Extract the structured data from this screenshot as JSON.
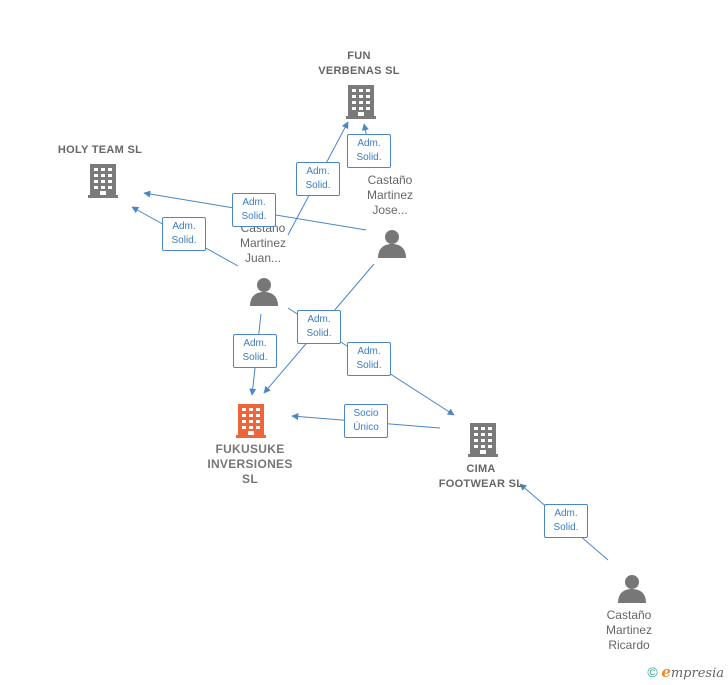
{
  "nodes": {
    "fun_verbenas": {
      "line1": "FUN",
      "line2": "VERBENAS  SL"
    },
    "holy_team": {
      "line1": "HOLY TEAM  SL"
    },
    "fukusuke": {
      "line1": "FUKUSUKE",
      "line2": "INVERSIONES",
      "line3": "SL"
    },
    "cima": {
      "line1": "CIMA",
      "line2": "FOOTWEAR SL"
    },
    "castano_jose": {
      "line1": "Castaño",
      "line2": "Martinez",
      "line3": "Jose..."
    },
    "castano_juan": {
      "line1": "Castano",
      "line2": "Martinez",
      "line3": "Juan..."
    },
    "castano_ricardo": {
      "line1": "Castaño",
      "line2": "Martinez",
      "line3": "Ricardo"
    }
  },
  "edges": {
    "e1": {
      "l1": "Adm.",
      "l2": "Solid."
    },
    "e2": {
      "l1": "Adm.",
      "l2": "Solid."
    },
    "e3": {
      "l1": "Adm.",
      "l2": "Solid."
    },
    "e4": {
      "l1": "Adm.",
      "l2": "Solid."
    },
    "e5": {
      "l1": "Adm.",
      "l2": "Solid."
    },
    "e6": {
      "l1": "Adm.",
      "l2": "Solid."
    },
    "e7": {
      "l1": "Adm.",
      "l2": "Solid."
    },
    "e8": {
      "l1": "Socio",
      "l2": "Único"
    },
    "e9": {
      "l1": "Adm.",
      "l2": "Solid."
    }
  },
  "footer": {
    "copyright": "©",
    "brand_initial": "e",
    "brand_rest": "mpresia"
  },
  "colors": {
    "edge": "#4a86c8",
    "company": "#7a7a7a",
    "main_company": "#f0643a",
    "person": "#777777"
  }
}
